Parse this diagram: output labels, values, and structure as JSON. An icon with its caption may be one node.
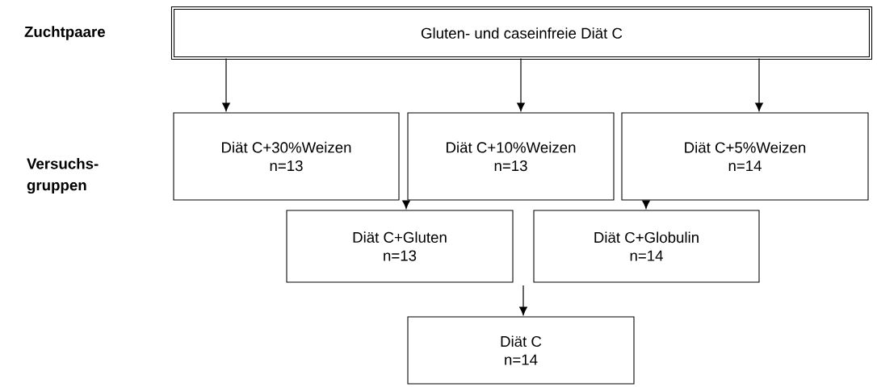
{
  "diagram": {
    "nodes": [
      {
        "text": [
          "Gluten- und caseinfreie Diät C"
        ]
      },
      {
        "text": [
          "Diät C+30%Weizen",
          "n=13"
        ]
      },
      {
        "text": [
          "Diät C+10%Weizen",
          "n=13"
        ]
      },
      {
        "text": [
          "Diät C+5%Weizen",
          "n=14"
        ]
      },
      {
        "text": [
          "Diät C+Gluten",
          "n=13"
        ]
      },
      {
        "text": [
          "Diät C+Globulin",
          "n=14"
        ]
      },
      {
        "text": [
          "Diät C",
          "n=14"
        ]
      }
    ],
    "edges": [
      {
        "from": 0,
        "to": 1,
        "arrow": "to"
      },
      {
        "from": 0,
        "to": 2,
        "arrow": "to"
      },
      {
        "from": 0,
        "to": 3,
        "arrow": "to"
      },
      {
        "from": null,
        "to": 4,
        "arrow": "to"
      },
      {
        "from": null,
        "to": 5,
        "arrow": "to"
      },
      {
        "from": null,
        "to": 6,
        "arrow": "to"
      }
    ],
    "labels": [
      "Zuchtpaare",
      "Versuchs- gruppen"
    ]
  }
}
